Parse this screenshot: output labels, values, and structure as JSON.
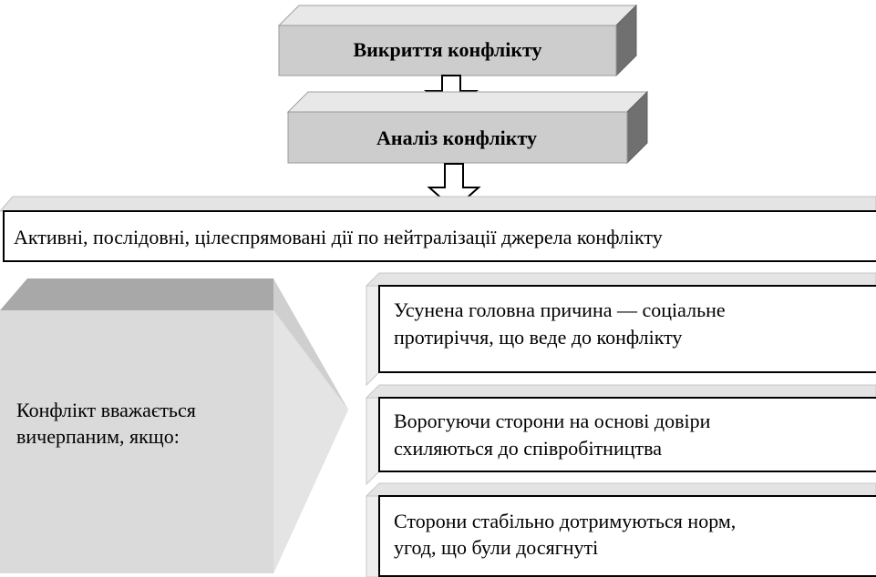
{
  "steps": {
    "detect": "Викриття конфлікту",
    "analyze": "Аналіз конфлікту"
  },
  "actions": "Активні, послідовні, цілеспрямовані дії по нейтралізації джерела конфлікту",
  "resolved": {
    "label_line1": "Конфлікт вважається",
    "label_line2": "вичерпаним, якщо:"
  },
  "conditions": [
    {
      "line1": "Усунена головна причина — соціальне",
      "line2": "протиріччя, що веде до конфлікту"
    },
    {
      "line1": "Ворогуючи сторони на основі довіри",
      "line2": "схиляються до співробітництва"
    },
    {
      "line1": "Сторони стабільно дотримуються норм,",
      "line2": "угод, що були досягнуті"
    }
  ]
}
